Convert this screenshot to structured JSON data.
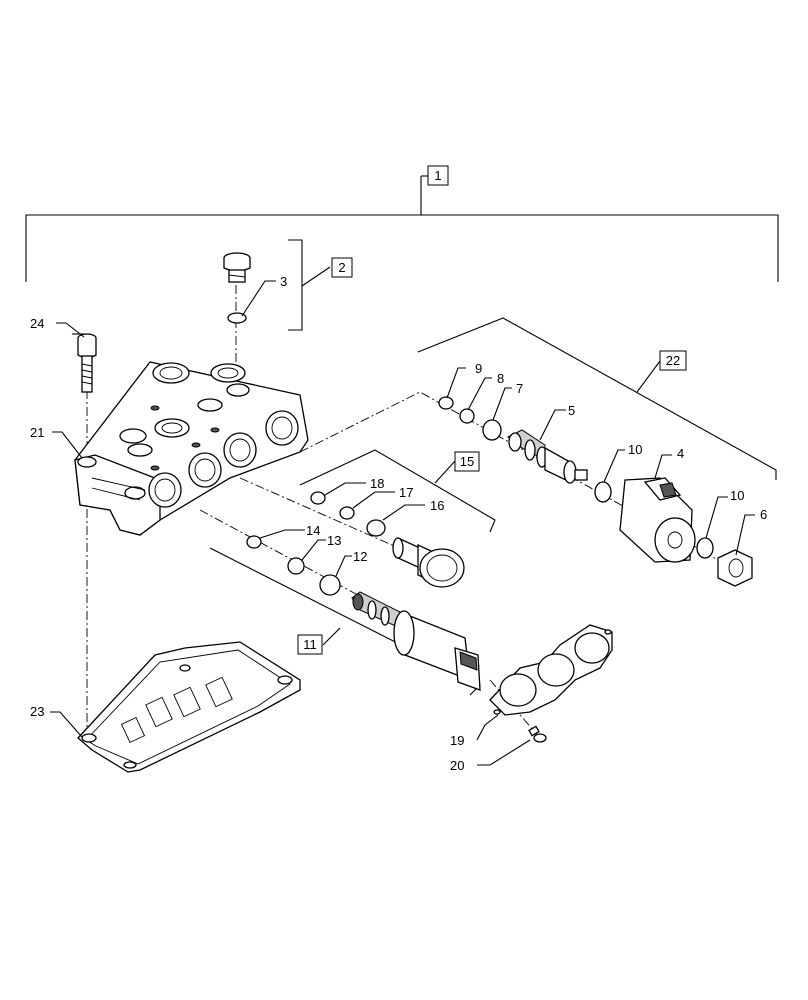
{
  "callouts": {
    "c1": "1",
    "c2": "2",
    "c3": "3",
    "c4": "4",
    "c5": "5",
    "c6": "6",
    "c7": "7",
    "c8": "8",
    "c9": "9",
    "c10a": "10",
    "c10b": "10",
    "c11": "11",
    "c12": "12",
    "c13": "13",
    "c14": "14",
    "c15": "15",
    "c16": "16",
    "c17": "17",
    "c18": "18",
    "c19": "19",
    "c20": "20",
    "c21": "21",
    "c22": "22",
    "c23": "23",
    "c24": "24"
  }
}
